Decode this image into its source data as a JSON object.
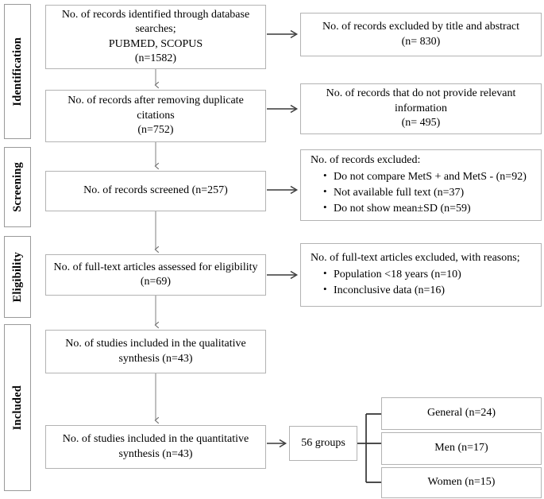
{
  "figure": {
    "type": "prisma-flow-diagram"
  },
  "stages": [
    {
      "label": "Identification"
    },
    {
      "label": "Screening"
    },
    {
      "label": "Eligibility"
    },
    {
      "label": "Included"
    }
  ],
  "flow_boxes": [
    {
      "id": "identified",
      "lines": [
        "No. of records identified through database searches;",
        "PUBMED, SCOPUS",
        "(n=1582)"
      ]
    },
    {
      "id": "after-duplicates",
      "lines": [
        "No. of records after removing duplicate citations",
        "(n=752)"
      ]
    },
    {
      "id": "screened",
      "lines": [
        "No. of records screened (n=257)"
      ]
    },
    {
      "id": "fulltext-assessed",
      "lines": [
        "No. of full-text articles assessed for eligibility (n=69)"
      ]
    },
    {
      "id": "qualitative",
      "lines": [
        "No. of studies included in the qualitative synthesis (n=43)"
      ]
    },
    {
      "id": "quantitative",
      "lines": [
        "No. of studies included in the quantitative synthesis (n=43)"
      ]
    }
  ],
  "exclusion_boxes": [
    {
      "id": "excluded-title-abstract",
      "lines": [
        "No. of records excluded by title and abstract",
        "(n= 830)"
      ],
      "bullets": []
    },
    {
      "id": "excluded-no-relevant-info",
      "lines": [
        "No. of records that do not provide relevant information",
        "(n= 495)"
      ],
      "bullets": []
    },
    {
      "id": "excluded-records-reasons",
      "heading": "No. of records excluded:",
      "bullets": [
        "Do not compare MetS + and MetS - (n=92)",
        "Not available full text (n=37)",
        "Do not show mean±SD (n=59)"
      ]
    },
    {
      "id": "excluded-fulltext-reasons",
      "heading": "No. of full-text articles excluded, with reasons;",
      "bullets": [
        "Population <18 years (n=10)",
        "Inconclusive data (n=16)"
      ]
    }
  ],
  "groups": {
    "total": {
      "label": "56 groups"
    },
    "items": [
      {
        "label": "General (n=24)"
      },
      {
        "label": "Men (n=17)"
      },
      {
        "label": "Women (n=15)"
      }
    ]
  },
  "colors": {
    "box_border": "#b3b3b3",
    "stage_border": "#9a9a9a",
    "arrow": "#555555",
    "bracket": "#333333",
    "text": "#000000",
    "background": "#ffffff"
  }
}
